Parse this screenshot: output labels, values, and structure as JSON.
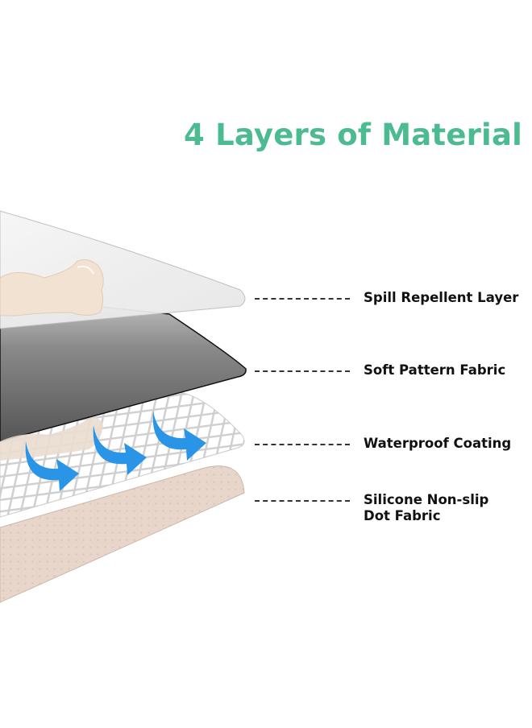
{
  "title": "4 Layers of Material",
  "colors": {
    "title": "#4dbb91",
    "arrow": "#2a95e6",
    "clear_layer": "#eeeeee",
    "gray_layer": "#5f5f5f",
    "grid_layer": "#e4e4e4",
    "beige_layer": "#e8d6cb"
  },
  "layers": [
    {
      "label_lines": [
        "Spill Repellent Layer"
      ]
    },
    {
      "label_lines": [
        "Soft Pattern Fabric"
      ]
    },
    {
      "label_lines": [
        "Waterproof Coating"
      ]
    },
    {
      "label_lines": [
        "Silicone Non-slip",
        "Dot Fabric"
      ]
    }
  ],
  "icons": [
    "curved-arrow-icon",
    "curved-arrow-icon",
    "curved-arrow-icon"
  ]
}
